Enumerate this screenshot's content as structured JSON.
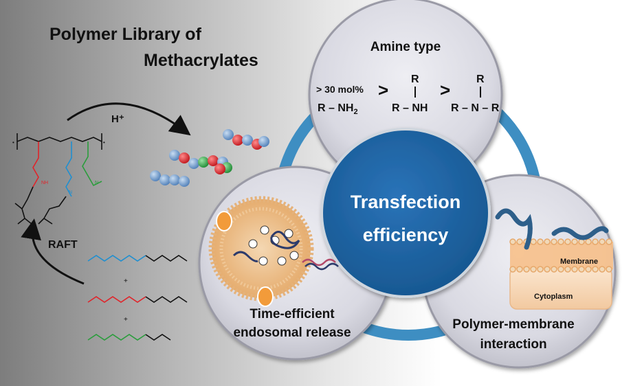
{
  "title": {
    "line1": "Polymer Library of",
    "line2": "Methacrylates"
  },
  "center": {
    "line1": "Transfection",
    "line2": "efficiency"
  },
  "amine": {
    "title": "Amine type",
    "threshold": "> 30 mol%",
    "primary": "R – NH",
    "primary_sub": "2",
    "secondary_top": "R",
    "secondary": "R – NH",
    "tertiary_top": "R",
    "tertiary": "R – N – R",
    "gt": ">"
  },
  "endosomal": {
    "line1": "Time-efficient",
    "line2": "endosomal release"
  },
  "polymer_membrane": {
    "line1": "Polymer-membrane",
    "line2": "interaction",
    "membrane_label": "Membrane",
    "cytoplasm_label": "Cytoplasm"
  },
  "reaction": {
    "proton": "H⁺",
    "raft": "RAFT",
    "plus": "+"
  },
  "colors": {
    "core_blue": "#1e63a3",
    "ring_blue": "#3e8ec2",
    "monomer_blue": "#1f8fd0",
    "monomer_red": "#e0242a",
    "monomer_green": "#2a9d3c",
    "sphere_gray_blue": "#7ea7d6",
    "endosome_orange": "#e3a55c"
  }
}
